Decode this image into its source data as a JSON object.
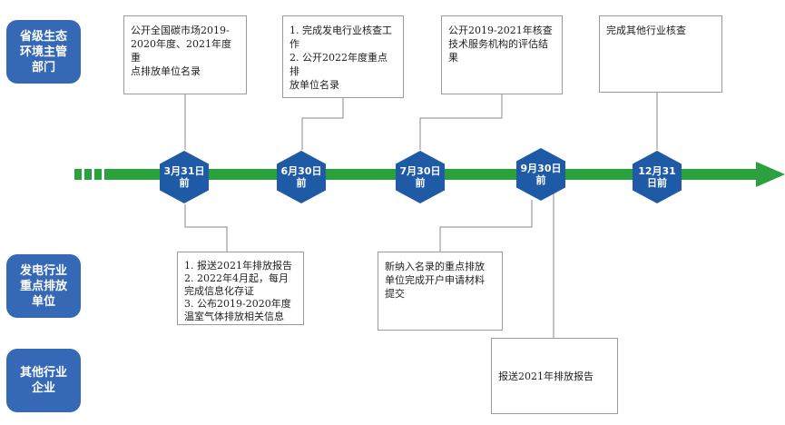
{
  "roles": {
    "provincial": "省级生态\n环境主管\n部门",
    "power": "发电行业\n重点排放\n单位",
    "other": "其他行业\n企业"
  },
  "milestones": [
    {
      "date": "3月31日\n前"
    },
    {
      "date": "6月30日\n前"
    },
    {
      "date": "7月30日\n前"
    },
    {
      "date": "9月30日\n前"
    },
    {
      "date": "12月31\n日前"
    }
  ],
  "provincial_notes": [
    "公开全国碳市场2019-\n2020年度、2021年度重\n点排放单位名录",
    "1. 完成发电行业核查工\n作\n2. 公开2022年度重点排\n放单位名录",
    "公开2019-2021年核查\n技术服务机构的评估结\n果",
    "完成其他行业核查"
  ],
  "power_notes": [
    "1. 报送2021年排放报告\n2. 2022年4月起，每月\n完成信息化存证\n3. 公布2019-2020年度\n温室气体排放相关信息",
    "新纳入名录的重点排放\n单位完成开户申请材料\n提交"
  ],
  "other_notes": [
    "报送2021年排放报告"
  ],
  "colors": {
    "role_fill": "#3568b5",
    "hex_fill": "#1f5aa6",
    "arrow": "#2aa13c"
  }
}
